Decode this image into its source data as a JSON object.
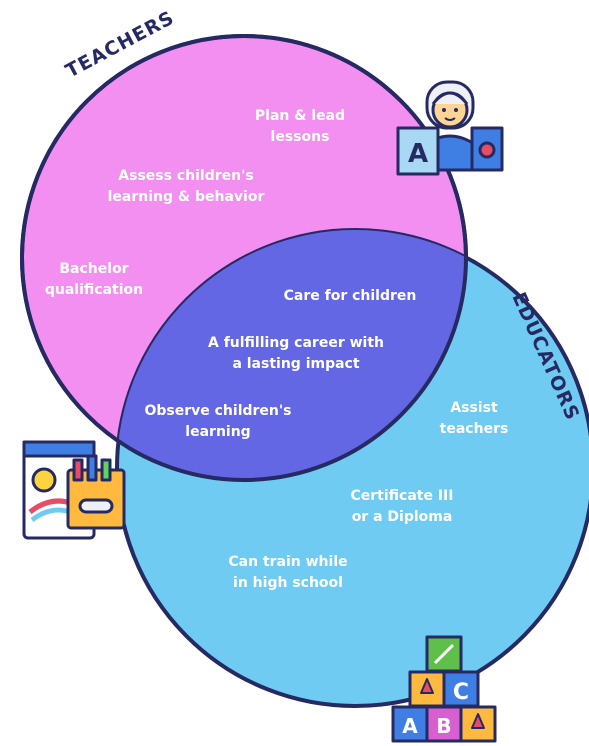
{
  "circles": {
    "teachers": {
      "title": "TEACHERS",
      "color": "#f28ff0",
      "items": {
        "plan_1": "Plan & lead",
        "plan_2": "lessons",
        "assess_1": "Assess children's",
        "assess_2": "learning & behavior",
        "bachelor_1": "Bachelor",
        "bachelor_2": "qualification"
      }
    },
    "educators": {
      "title": "EDUCATORS",
      "color": "#6fcbf2",
      "items": {
        "assist_1": "Assist",
        "assist_2": "teachers",
        "cert_1": "Certificate III",
        "cert_2": "or a Diploma",
        "train_1": "Can train while",
        "train_2": "in high school"
      }
    },
    "overlap": {
      "color": "#6467e3",
      "items": {
        "care": "Care for children",
        "career_1": "A fulfilling career with",
        "career_2": "a lasting impact",
        "observe_1": "Observe children's",
        "observe_2": "learning"
      }
    }
  },
  "outline_color": "#262a63",
  "icons": {
    "teacher": "teacher-icon",
    "drawing": "drawing-board-icon",
    "blocks": "alphabet-blocks-icon",
    "block_letters": {
      "c": "C",
      "a": "A",
      "b": "B",
      "board": "A"
    }
  }
}
